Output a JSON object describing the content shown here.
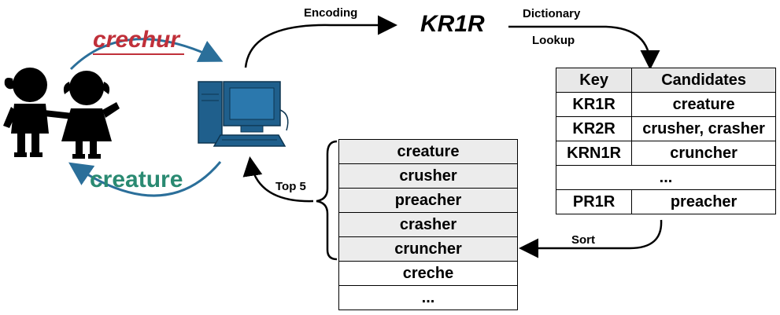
{
  "user_side": {
    "spoken_word": "crechur",
    "returned_word": "creature"
  },
  "pipeline": {
    "encoding_label": "Encoding",
    "code": "KR1R",
    "lookup_label_line1": "Dictionary",
    "lookup_label_line2": "Lookup",
    "sort_label": "Sort",
    "top_label": "Top 5"
  },
  "dictionary": {
    "headers": [
      "Key",
      "Candidates"
    ],
    "rows": [
      {
        "key": "KR1R",
        "candidates": "creature"
      },
      {
        "key": "KR2R",
        "candidates": "crusher, crasher"
      },
      {
        "key": "KRN1R",
        "candidates": "cruncher"
      },
      {
        "key": "",
        "candidates": "..."
      },
      {
        "key": "PR1R",
        "candidates": "preacher"
      }
    ]
  },
  "ranked_list": [
    "creature",
    "crusher",
    "preacher",
    "crasher",
    "cruncher",
    "creche",
    "..."
  ],
  "colors": {
    "spoken": "#c0303a",
    "returned": "#2a8a72",
    "arc": "#2b6f9a",
    "computer": "#1f5f8c",
    "highlight_row": "#ececec"
  },
  "icons": [
    "children-silhouette-icon",
    "computer-icon"
  ]
}
